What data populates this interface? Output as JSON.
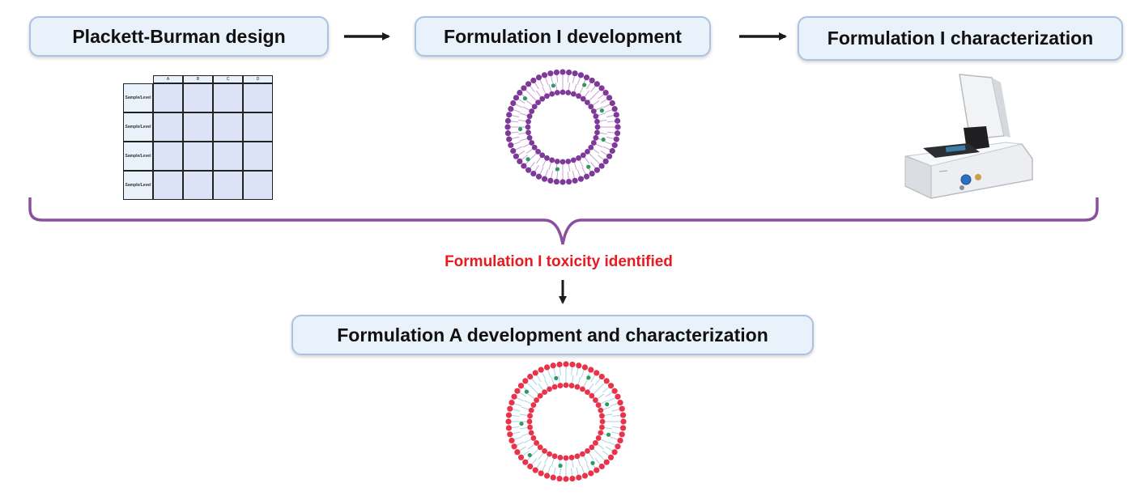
{
  "steps": {
    "plackett_burman": "Plackett-Burman design",
    "formulation_i_development": "Formulation I development",
    "formulation_i_characterization": "Formulation I characterization",
    "toxicity": "Formulation I toxicity identified",
    "formulation_a": "Formulation A development and characterization"
  },
  "design_table": {
    "columns": [
      "A",
      "B",
      "C",
      "D"
    ],
    "rows": [
      "Sample/Level",
      "Sample/Level",
      "Sample/Level",
      "Sample/Level"
    ]
  },
  "colors": {
    "box_fill": "#e9f1fa",
    "box_border": "#a9c3e0",
    "bracket": "#8a4f9e",
    "liposome_i": "#7e3a98",
    "liposome_a": "#e8334a",
    "cargo": "#2e9b5e",
    "toxicity_text": "#e8191f"
  },
  "icons": [
    "plackett-burman-table-icon",
    "liposome-icon",
    "particle-analyzer-icon"
  ]
}
